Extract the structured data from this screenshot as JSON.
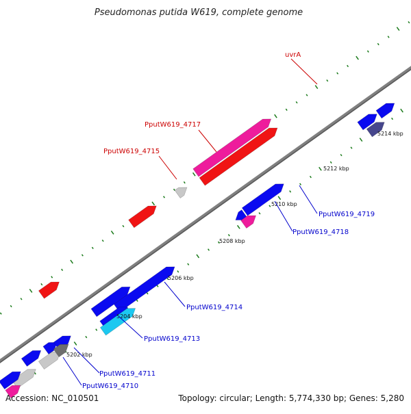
{
  "title": "Pseudomonas putida W619, complete genome",
  "footer": {
    "accession": "Accession: NC_010501",
    "summary": "Topology: circular; Length: 5,774,330 bp; Genes: 5,280"
  },
  "ticks": [
    "5202 kbp",
    "5204 kbp",
    "5206 kbp",
    "5208 kbp",
    "5210 kbp",
    "5212 kbp",
    "5214 kbp"
  ],
  "labels": [
    {
      "text": "uvrA",
      "color": "#cc0000"
    },
    {
      "text": "PputW619_4717",
      "color": "#cc0000"
    },
    {
      "text": "PputW619_4715",
      "color": "#cc0000"
    },
    {
      "text": "PputW619_4719",
      "color": "#0000cc"
    },
    {
      "text": "PputW619_4718",
      "color": "#0000cc"
    },
    {
      "text": "PputW619_4714",
      "color": "#0000cc"
    },
    {
      "text": "PputW619_4713",
      "color": "#0000cc"
    },
    {
      "text": "PputW619_4711",
      "color": "#0000cc"
    },
    {
      "text": "PputW619_4710",
      "color": "#0000cc"
    }
  ],
  "colors": {
    "blue": "#0a0af0",
    "red": "#f01414",
    "magenta": "#ee1c9c",
    "cyan": "#1cc8f0",
    "light_gray": "#c8c8c8",
    "dark_gray": "#6e6e6e",
    "navy": "#46468c",
    "backbone": "#808080",
    "tick_green": "#1a7a1a"
  }
}
